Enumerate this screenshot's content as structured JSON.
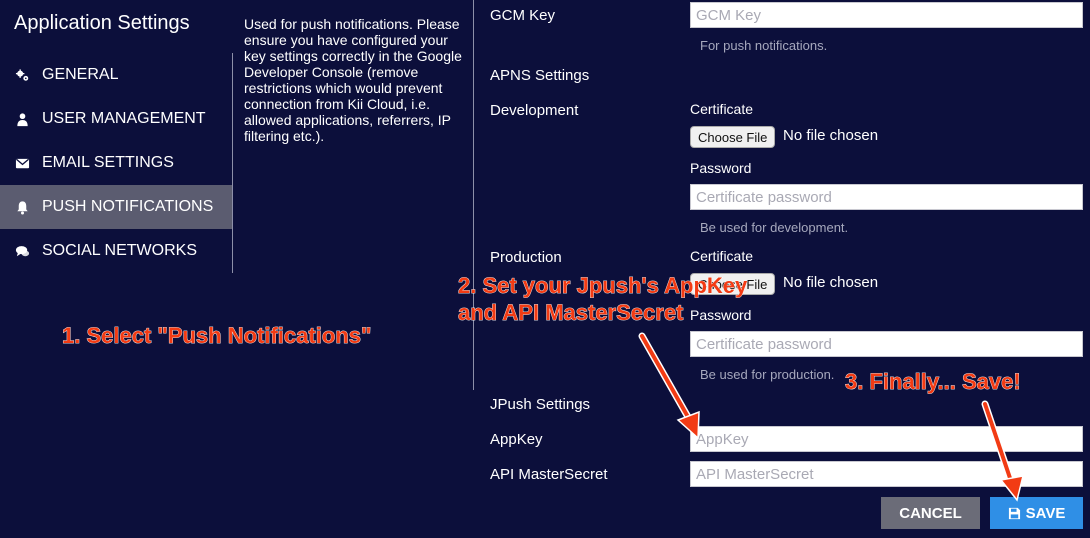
{
  "app_title": "Application Settings",
  "sidebar": {
    "items": [
      {
        "label": "GENERAL",
        "icon": "gears-icon",
        "active": false
      },
      {
        "label": "USER MANAGEMENT",
        "icon": "user-icon",
        "active": false
      },
      {
        "label": "EMAIL SETTINGS",
        "icon": "envelope-icon",
        "active": false
      },
      {
        "label": "PUSH NOTIFICATIONS",
        "icon": "bell-icon",
        "active": true
      },
      {
        "label": "SOCIAL NETWORKS",
        "icon": "chat-icon",
        "active": false
      }
    ]
  },
  "help_text": "Used for push notifications. Please ensure you have configured your key settings correctly in the Google Developer Console (remove restrictions which would prevent connection from Kii Cloud, i.e. allowed applications, referrers, IP filtering etc.).",
  "gcm": {
    "label": "GCM Key",
    "placeholder": "GCM Key",
    "hint": "For push notifications."
  },
  "apns": {
    "heading": "APNS Settings",
    "development": {
      "label": "Development",
      "certificate_label": "Certificate",
      "choose_file": "Choose File",
      "file_status": "No file chosen",
      "password_label": "Password",
      "password_placeholder": "Certificate password",
      "hint": "Be used for development."
    },
    "production": {
      "label": "Production",
      "certificate_label": "Certificate",
      "choose_file": "Choose File",
      "file_status": "No file chosen",
      "password_label": "Password",
      "password_placeholder": "Certificate password",
      "hint": "Be used for production."
    }
  },
  "jpush": {
    "heading": "JPush Settings",
    "appkey_label": "AppKey",
    "appkey_placeholder": "AppKey",
    "secret_label": "API MasterSecret",
    "secret_placeholder": "API MasterSecret"
  },
  "buttons": {
    "cancel": "CANCEL",
    "save": "SAVE"
  },
  "annotations": {
    "step1": "1. Select \"Push Notifications\"",
    "step2_line1": "2. Set your Jpush's AppKey",
    "step2_line2": "and API MasterSecret",
    "step3": "3. Finally... Save!"
  },
  "colors": {
    "background": "#0c0f3b",
    "active_nav": "#5b5c70",
    "save_button": "#2f8fe6",
    "cancel_button": "#6b6c78",
    "annotation": "#f23b14"
  }
}
